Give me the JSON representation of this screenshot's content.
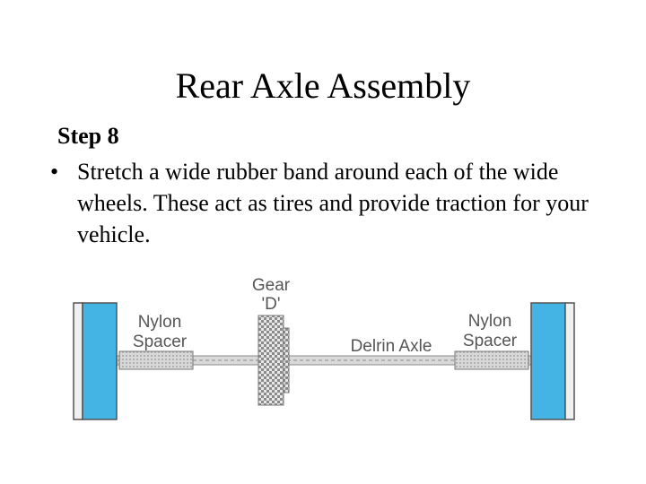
{
  "slide": {
    "title": "Rear Axle Assembly",
    "step": "Step 8",
    "bullet_glyph": "•",
    "bullet": "Stretch a wide rubber band around each of the wide wheels.  These act as tires and provide traction for your vehicle."
  },
  "diagram": {
    "labels": {
      "gear_line1": "Gear",
      "gear_line2": "'D'",
      "left_spacer_line1": "Nylon",
      "left_spacer_line2": "Spacer",
      "axle": "Delrin Axle",
      "right_spacer_line1": "Nylon",
      "right_spacer_line2": "Spacer"
    },
    "colors": {
      "tire": "#44b4e4",
      "wheel_frame": "#555555",
      "axle": "#d9d9d9",
      "spacer": "#c8c8c8",
      "gear": "#9a9a9a"
    }
  }
}
